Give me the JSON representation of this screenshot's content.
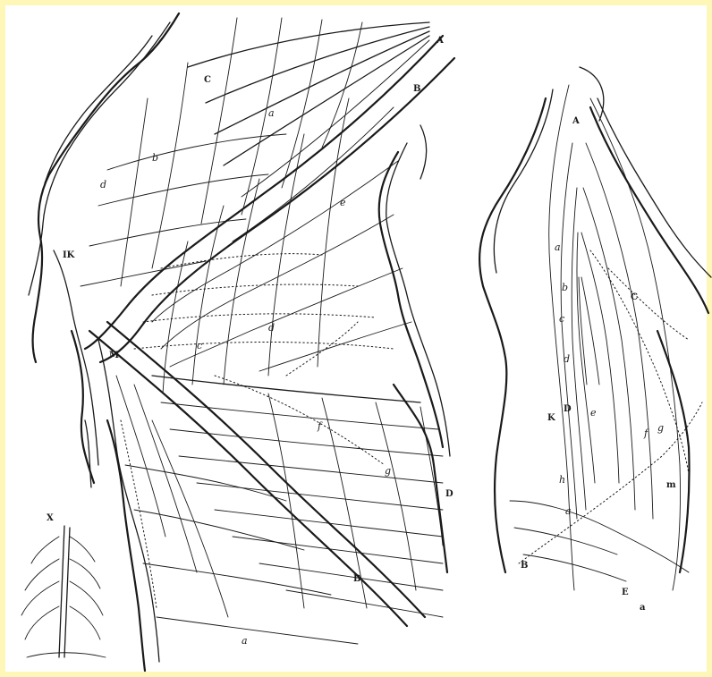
{
  "figure": {
    "background": "#fffbd0",
    "ink_color": "#1a1a1a"
  },
  "labels": {
    "left": {
      "A": "A",
      "B": "B",
      "C": "C",
      "D": "D",
      "M": "M",
      "IK": "IK",
      "X": "X",
      "a": "a",
      "b": "b",
      "c": "c",
      "d": "d",
      "e": "e",
      "f": "f",
      "g": "g"
    },
    "right": {
      "A": "A",
      "B": "B",
      "C": "C",
      "D": "D",
      "E": "E",
      "K": "K",
      "a": "a",
      "b": "b",
      "c": "c",
      "d": "d",
      "e": "e",
      "f": "f",
      "g": "g",
      "h": "h",
      "m": "m"
    }
  }
}
